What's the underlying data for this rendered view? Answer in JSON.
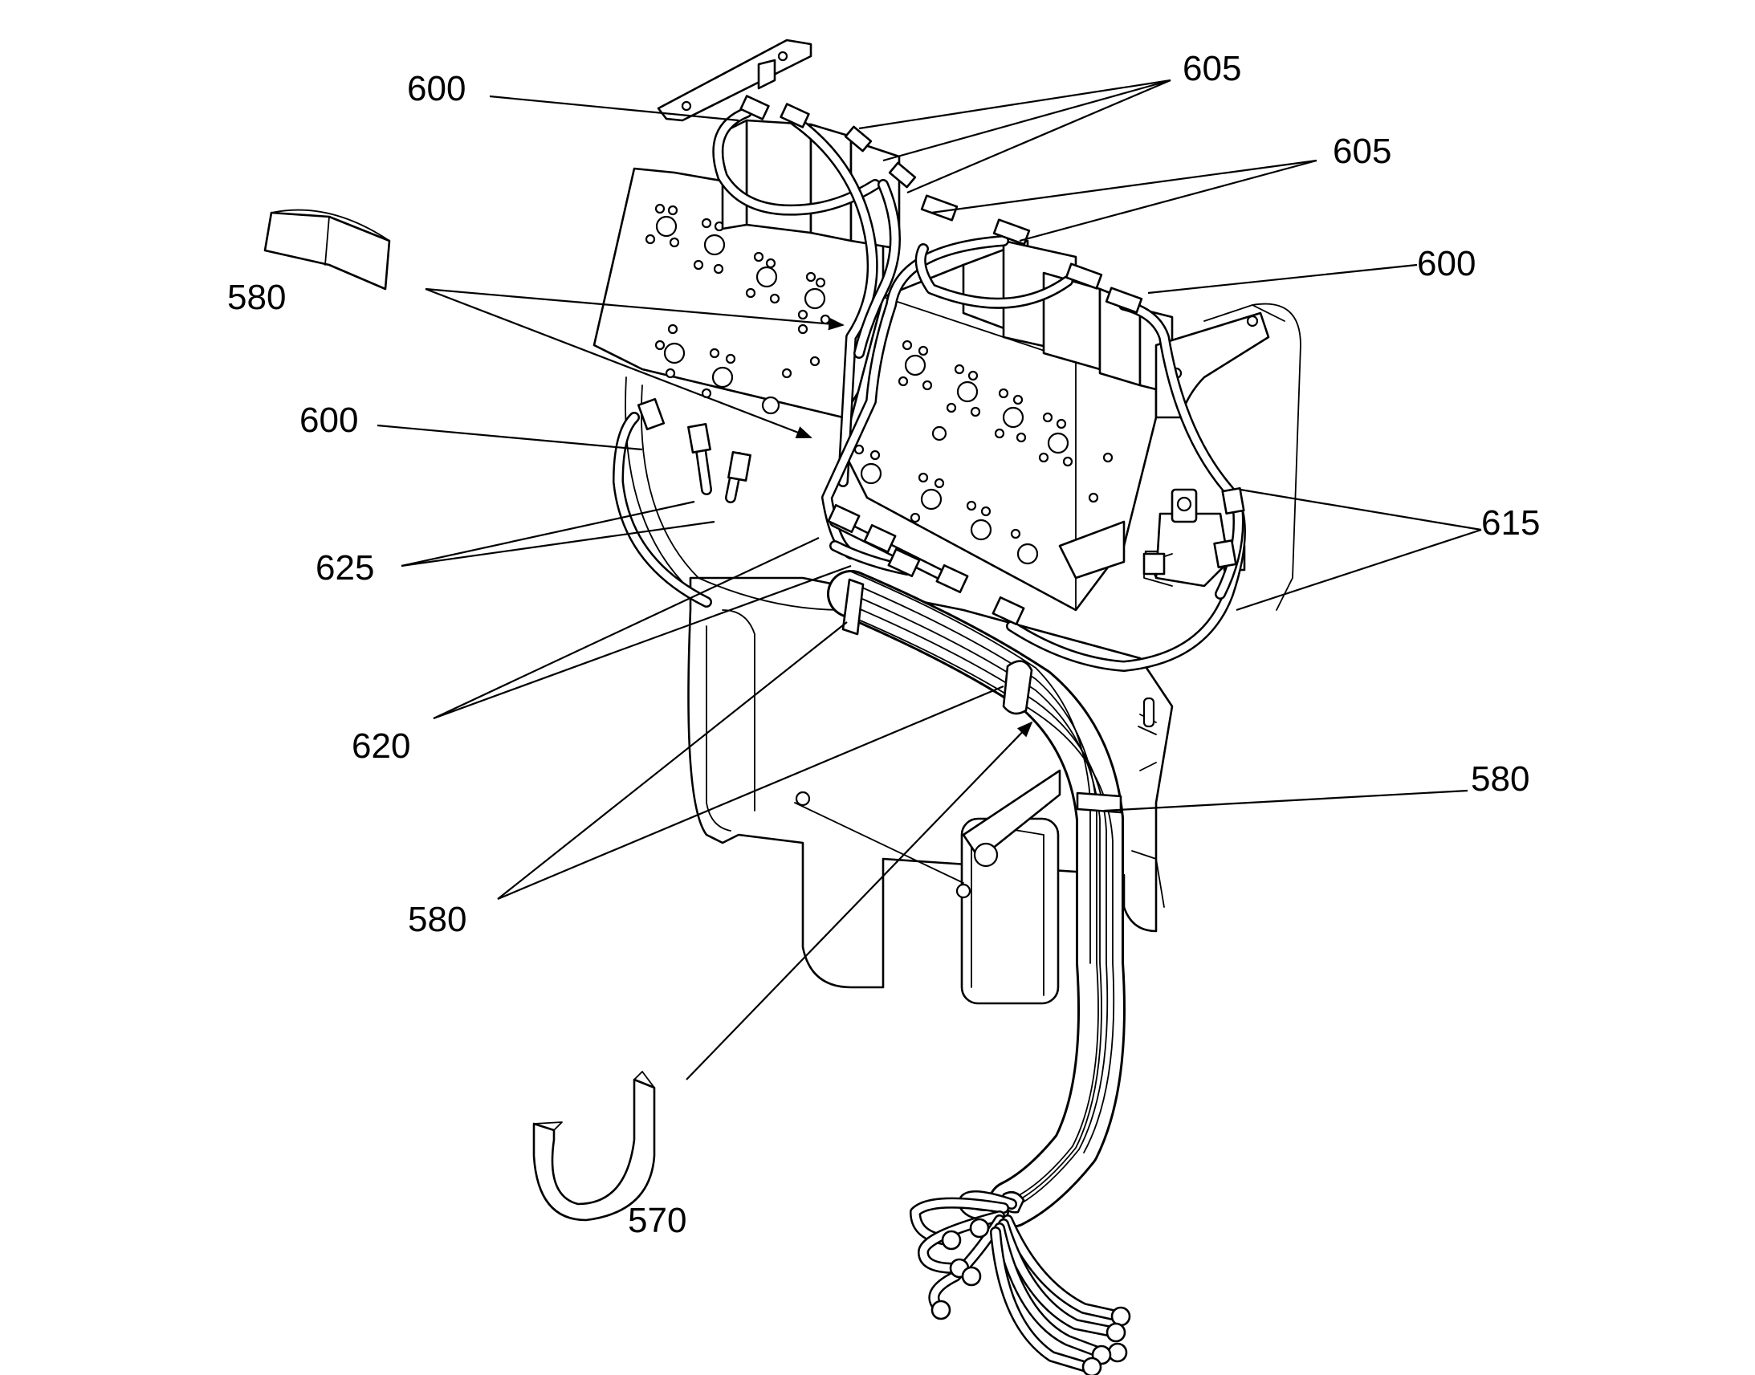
{
  "callouts": [
    {
      "id": "c600a",
      "text": "600"
    },
    {
      "id": "c605a",
      "text": "605"
    },
    {
      "id": "c605b",
      "text": "605"
    },
    {
      "id": "c580a",
      "text": "580"
    },
    {
      "id": "c600b",
      "text": "600"
    },
    {
      "id": "c600c",
      "text": "600"
    },
    {
      "id": "c615",
      "text": "615"
    },
    {
      "id": "c625",
      "text": "625"
    },
    {
      "id": "c620",
      "text": "620"
    },
    {
      "id": "c580b",
      "text": "580"
    },
    {
      "id": "c580c",
      "text": "580"
    },
    {
      "id": "c570",
      "text": "570"
    }
  ]
}
